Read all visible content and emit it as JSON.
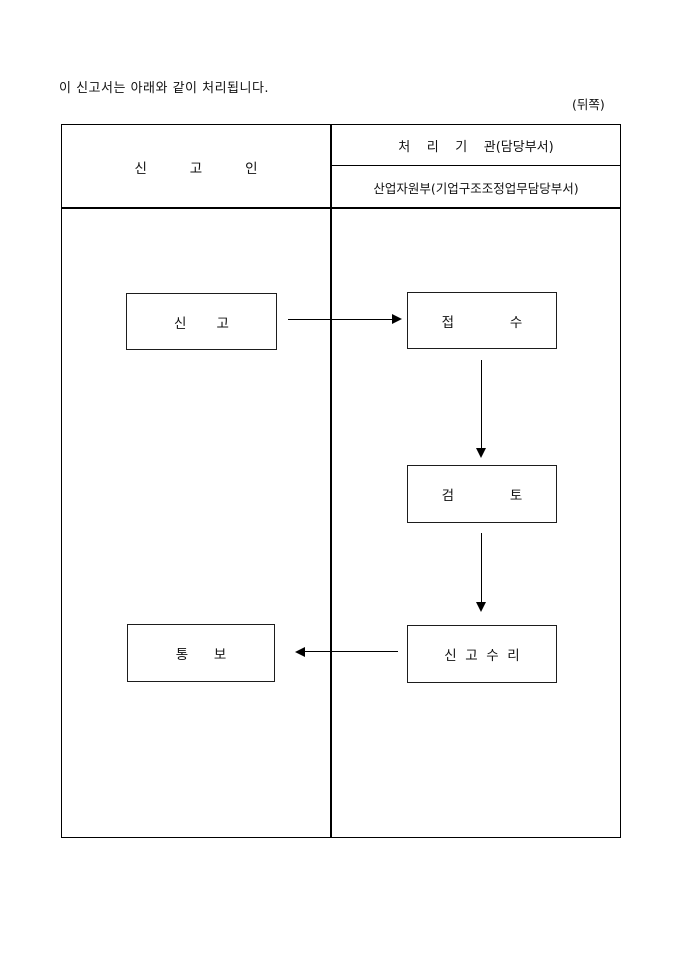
{
  "page": {
    "note": "이 신고서는 아래와 같이 처리됩니다.",
    "back_label": "(뒤쪽)"
  },
  "table": {
    "declarant_header": "신          고          인",
    "agency_header": "처    리    기    관(담당부서)",
    "agency_name": "산업자원부(기업구조조정업무담당부서)"
  },
  "flow": {
    "report": "신       고",
    "receipt": "접             수",
    "review": "검             토",
    "acceptance": "신  고  수  리",
    "notification": "통      보"
  }
}
